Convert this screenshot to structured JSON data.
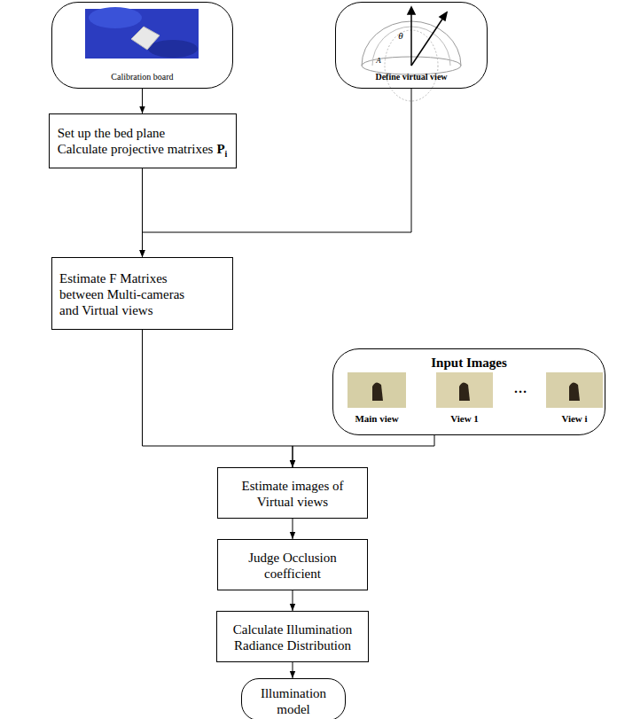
{
  "diagram": {
    "nodes": [
      {
        "text": [
          "Calibration board"
        ]
      },
      {
        "text": [
          "Define virtual view"
        ]
      },
      {
        "text": [
          "Set up the bed plane",
          "Calculate projective matrixes",
          "P",
          "i"
        ]
      },
      {
        "text": [
          "Estimate F Matrixes between Multi-cameras and Virtual views"
        ]
      },
      {
        "text": [
          "Input Images"
        ]
      },
      {
        "text": [
          "Estimate images of Virtual views"
        ]
      },
      {
        "text": [
          "Judge Occlusion coefficient"
        ]
      },
      {
        "text": [
          "Calculate Illumination Radiance Distribution"
        ]
      },
      {
        "text": [
          "Illumination model"
        ]
      }
    ],
    "edges": [
      {
        "from": 0,
        "to": 2,
        "arrow": "to"
      },
      {
        "from": 2,
        "to": 3,
        "arrow": "to"
      },
      {
        "from": 1,
        "to": 3,
        "arrow": "to"
      },
      {
        "from": 3,
        "to": 5,
        "arrow": "to"
      },
      {
        "from": 4,
        "to": 5,
        "arrow": "to"
      },
      {
        "from": 5,
        "to": 6,
        "arrow": "to"
      },
      {
        "from": 6,
        "to": 7,
        "arrow": "to"
      },
      {
        "from": 7,
        "to": 8,
        "arrow": "to"
      }
    ],
    "labels": [
      "θ",
      "A",
      "Main view",
      "View 1",
      "…",
      "View i"
    ]
  }
}
